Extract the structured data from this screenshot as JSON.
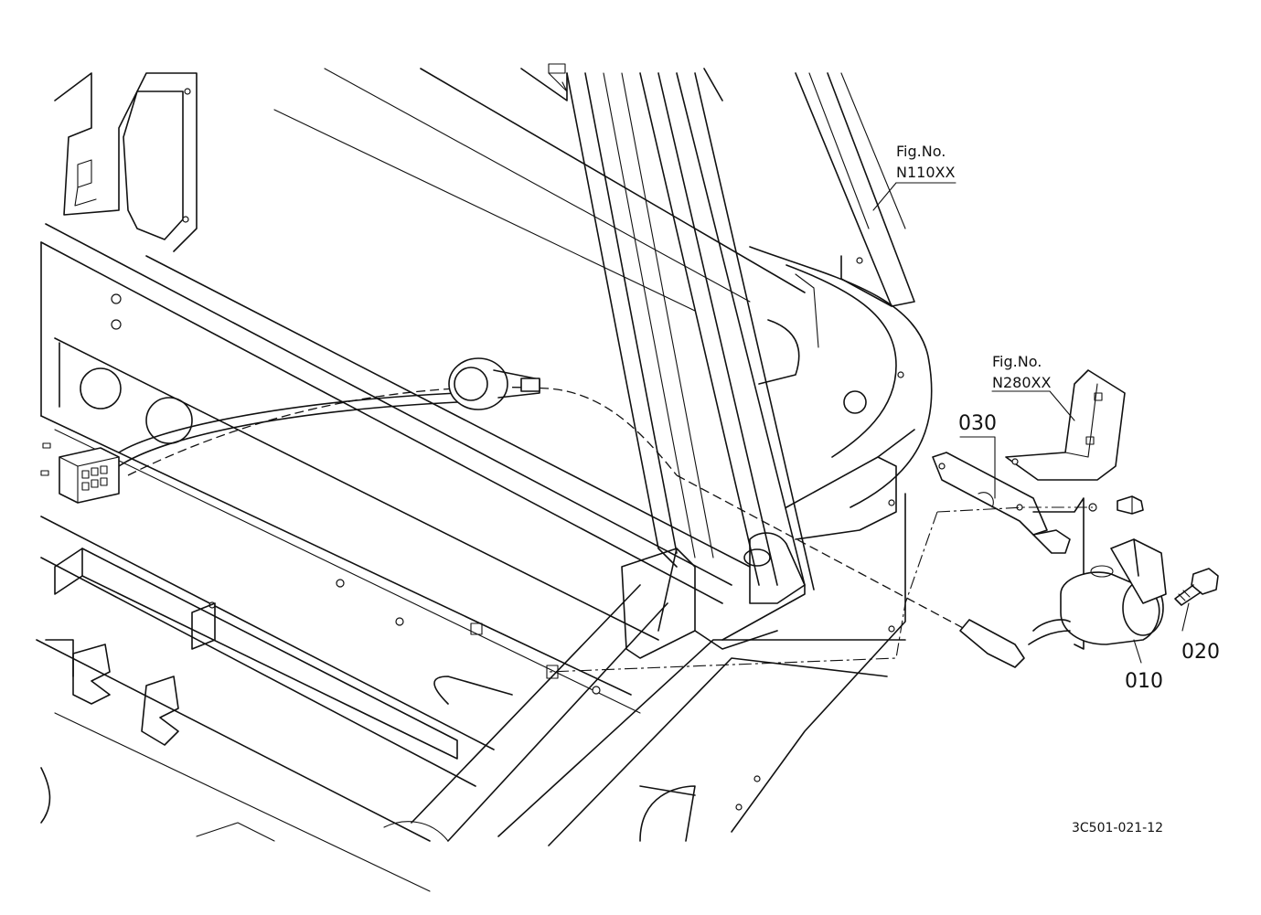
{
  "callouts": {
    "ref_a_title": "Fig.No.",
    "ref_a_code": "N110XX",
    "ref_b_title": "Fig.No.",
    "ref_b_code": "N280XX"
  },
  "parts": {
    "p030": "030",
    "p020": "020",
    "p010": "010"
  },
  "drawing_code": "3C501-021-12"
}
